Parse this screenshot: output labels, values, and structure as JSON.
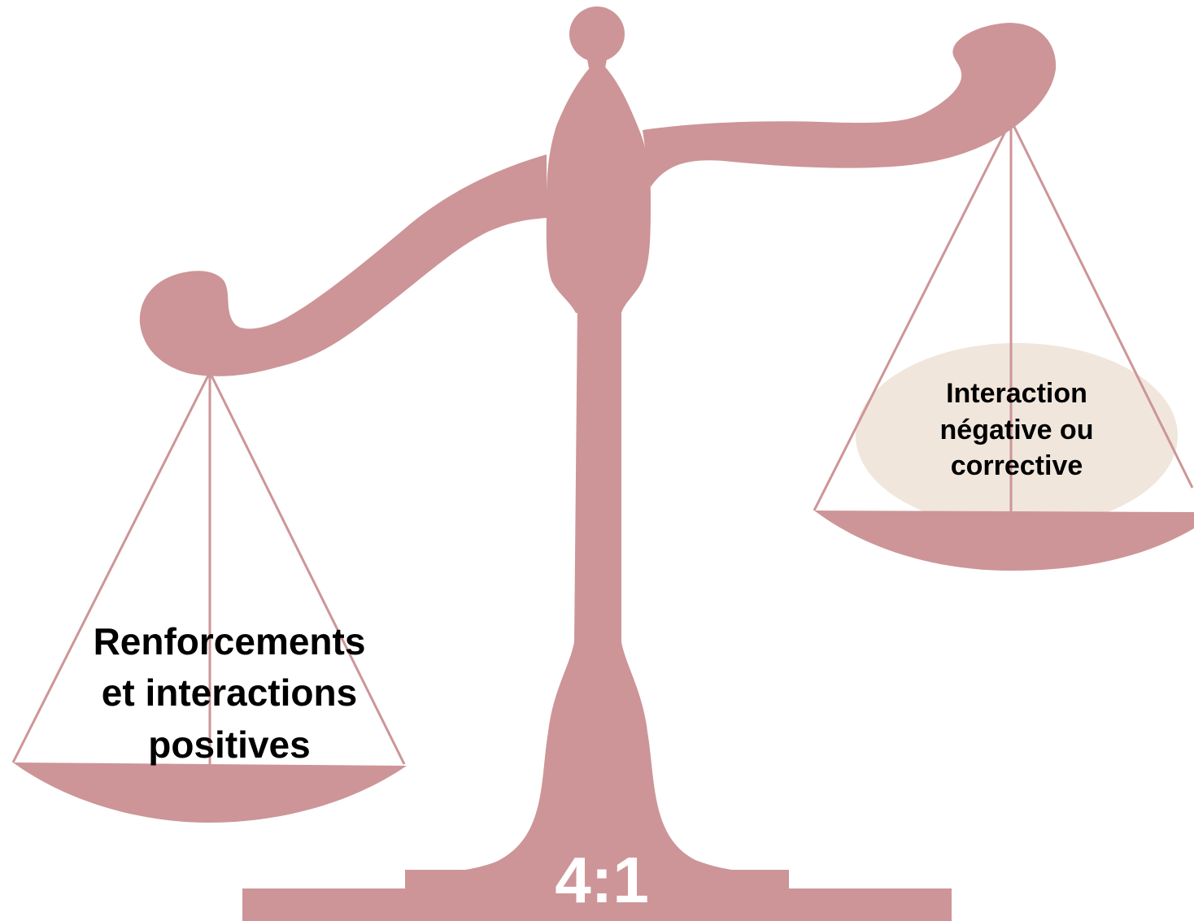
{
  "colors": {
    "scale": "#cd9597",
    "weight_ellipse": "#f0e6dc",
    "background": "#ffffff",
    "label_text": "#000000",
    "ratio_text": "#ffffff"
  },
  "left_pan": {
    "lines": [
      "Renforcements",
      "et interactions",
      "positives"
    ]
  },
  "right_pan": {
    "lines": [
      "Interaction",
      "négative ou",
      "corrective"
    ]
  },
  "ratio": "4:1"
}
